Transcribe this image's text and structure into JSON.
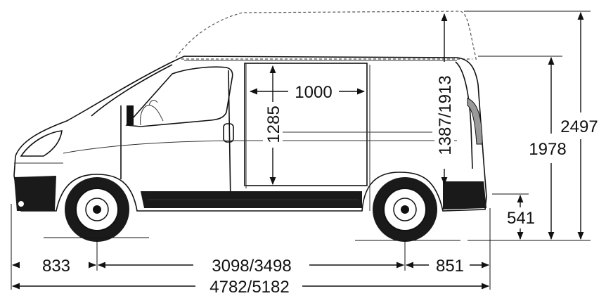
{
  "colors": {
    "ink": "#111111",
    "paper": "#ffffff",
    "tire": "#1a1a1a"
  },
  "dimensions": {
    "front_overhang": "833",
    "wheelbase": "3098/3498",
    "rear_overhang": "851",
    "overall_length": "4782/5182",
    "cargo_width": "1000",
    "cargo_height": "1285",
    "door_height": "1387/1913",
    "overall_height_high": "2497",
    "overall_height_low": "1978",
    "load_sill_height": "541"
  }
}
